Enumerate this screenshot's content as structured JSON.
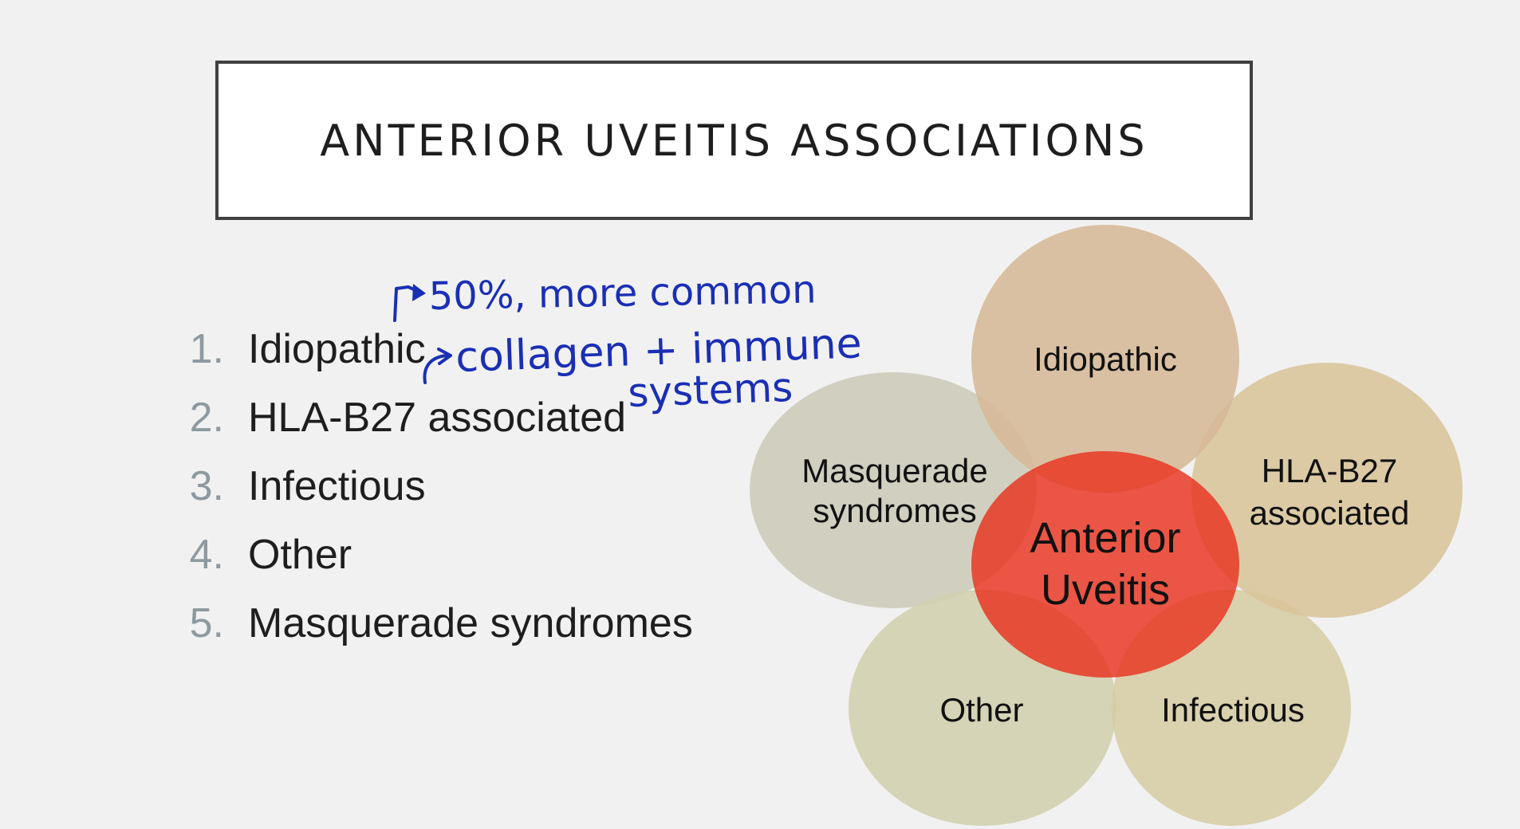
{
  "slide": {
    "title": "ANTERIOR UVEITIS ASSOCIATIONS"
  },
  "list": {
    "items": [
      {
        "number": "1.",
        "label": "Idiopathic"
      },
      {
        "number": "2.",
        "label": "HLA-B27 associated"
      },
      {
        "number": "3.",
        "label": "Infectious"
      },
      {
        "number": "4.",
        "label": "Other"
      },
      {
        "number": "5.",
        "label": "Masquerade syndromes"
      }
    ]
  },
  "annotation": {
    "line1": "50%, more common",
    "line2": "collagen + immune",
    "line3": "systems",
    "color": "#1a2fb5"
  },
  "diagram": {
    "center": {
      "line1": "Anterior",
      "line2": "Uveitis",
      "color": "#e8321f"
    },
    "petals": {
      "top": {
        "line1": "Idiopathic",
        "color": "#d6b896"
      },
      "right": {
        "line1": "HLA-B27",
        "line2": "associated",
        "color": "#d8c49a"
      },
      "bottom_right": {
        "line1": "Infectious",
        "color": "#d6cca4"
      },
      "bottom_left": {
        "line1": "Other",
        "color": "#d0cfae"
      },
      "left": {
        "line1": "Masquerade",
        "line2": "syndromes",
        "color": "#cccbb8"
      }
    }
  }
}
